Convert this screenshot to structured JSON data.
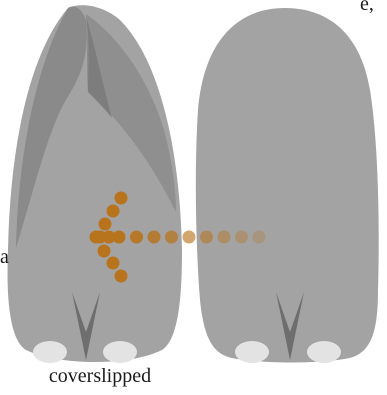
{
  "labels": {
    "top_fragment": "e,",
    "side_fragment": "a",
    "caption": "coverslipped"
  },
  "colors": {
    "tissue_light": "#a3a3a3",
    "tissue_dark": "#8a8a8a",
    "tissue_fold": "#959595",
    "notch": "#6e6e6e",
    "base_blob": "#e3e3e3",
    "dots": "#b8731d"
  },
  "dots_cluster_count": 9,
  "dots_trail_count": 9
}
